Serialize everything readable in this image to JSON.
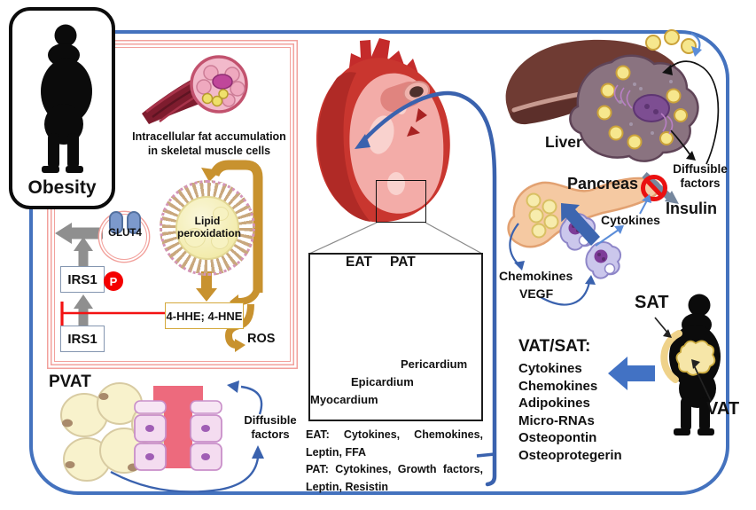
{
  "colors": {
    "frame_blue": "#4472BE",
    "arrow_blue": "#3A62AE",
    "thin_blue": "#5B8DD9",
    "membrane_pink": "#F2A19C",
    "gold": "#C8922F",
    "gray_arrow": "#8F8F8F",
    "inhibit_red": "#F31212",
    "phospho_red": "#F40000"
  },
  "obesity_panel": {
    "title": "Obesity"
  },
  "muscle_panel": {
    "caption_line1": "Intracellular fat accumulation",
    "caption_line2": "in skeletal muscle cells",
    "lipid_line1": "Lipid",
    "lipid_line2": "peroxidation",
    "glut4": "GLUT4",
    "irs1_active": "IRS1",
    "irs1_inactive": "IRS1",
    "phospho": "P",
    "aldehydes": "4-HHE; 4-HNE",
    "ros": "ROS"
  },
  "pvat_panel": {
    "title": "PVAT",
    "diffusible_line1": "Diffusible",
    "diffusible_line2": "factors"
  },
  "heart_inset": {
    "eat": "EAT",
    "pat": "PAT",
    "pericardium": "Pericardium",
    "epicardium": "Epicardium",
    "myocardium": "Myocardium"
  },
  "secretions": {
    "eat_label": "EAT:",
    "eat_items": "Cytokines, Chemokines, Leptin, FFA",
    "pat_label": "PAT:",
    "pat_items": "Cytokines, Growth factors, Leptin, Resistin"
  },
  "liver_panel": {
    "title": "Liver",
    "diffusible_line1": "Diffusible",
    "diffusible_line2": "factors"
  },
  "pancreas_panel": {
    "title": "Pancreas",
    "insulin": "Insulin",
    "cytokines": "Cytokines",
    "chemokines": "Chemokines",
    "vegf": "VEGF"
  },
  "adipose_panel": {
    "sat": "SAT",
    "vat": "VAT",
    "heading": "VAT/SAT:",
    "items": [
      "Cytokines",
      "Chemokines",
      "Adipokines",
      "Micro-RNAs",
      "Osteopontin",
      "Osteoprotegerin"
    ]
  }
}
